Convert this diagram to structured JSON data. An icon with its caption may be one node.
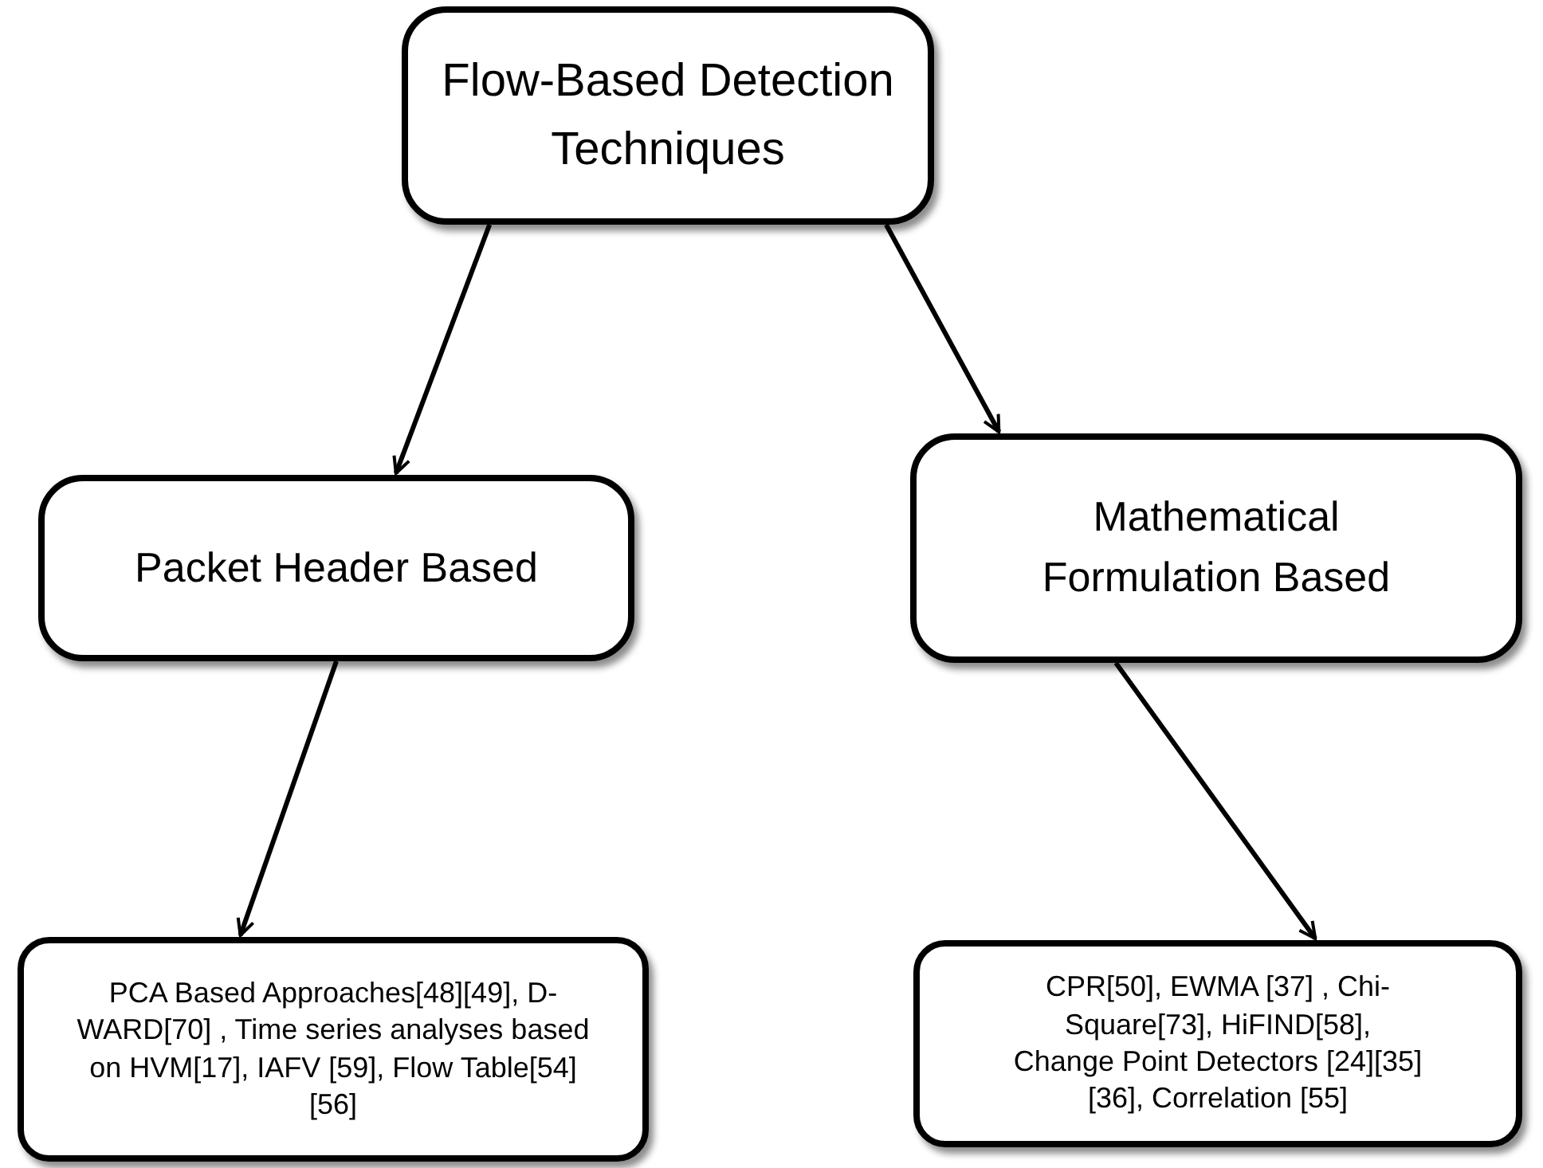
{
  "diagram": {
    "nodes": [
      {
        "text": [
          "Flow-Based Detection Techniques"
        ]
      },
      {
        "text": [
          "Packet Header Based"
        ]
      },
      {
        "text": [
          "Mathematical Formulation Based"
        ]
      },
      {
        "text": [
          "PCA Based Approaches[48][49], D-WARD[70] , Time series analyses based on HVM[17], IAFV [59], Flow Table[54] [56]"
        ]
      },
      {
        "text": [
          "CPR[50], EWMA [37] , Chi-Square[73], HiFIND[58], Change Point Detectors [24][35][36], Correlation [55]"
        ]
      }
    ],
    "edges": [
      {
        "from": 0,
        "to": 1,
        "arrow": "to"
      },
      {
        "from": 0,
        "to": 2,
        "arrow": "to"
      },
      {
        "from": 1,
        "to": 3,
        "arrow": "to"
      },
      {
        "from": 2,
        "to": 4,
        "arrow": "to"
      }
    ]
  }
}
